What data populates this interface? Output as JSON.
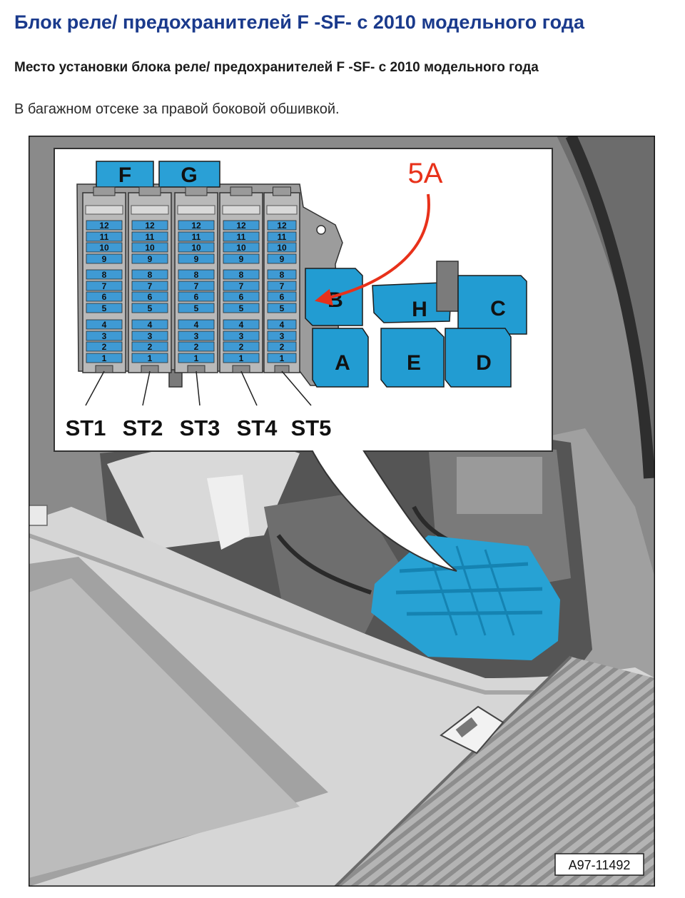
{
  "page": {
    "title": "Блок реле/ предохранителей F -SF- с 2010 модельного года",
    "subtitle": "Место установки блока реле/ предохранителей F -SF- с 2010 модельного года",
    "description": "В багажном отсеке за правой боковой обшивкой."
  },
  "diagram": {
    "top_labels": [
      "F",
      "G"
    ],
    "fuse_numbers": [
      "12",
      "11",
      "10",
      "9",
      "8",
      "7",
      "6",
      "5",
      "4",
      "3",
      "2",
      "1"
    ],
    "strips": [
      "ST1",
      "ST2",
      "ST3",
      "ST4",
      "ST5"
    ],
    "relays": [
      "A",
      "B",
      "C",
      "D",
      "E",
      "H"
    ],
    "annotation": "5A",
    "figure_code": "A97-11492"
  },
  "colors": {
    "title": "#1a3a8c",
    "fuse_blue": "#3f9ad4",
    "relay_blue": "#1f9bd1",
    "annotation_red": "#e8311a"
  }
}
